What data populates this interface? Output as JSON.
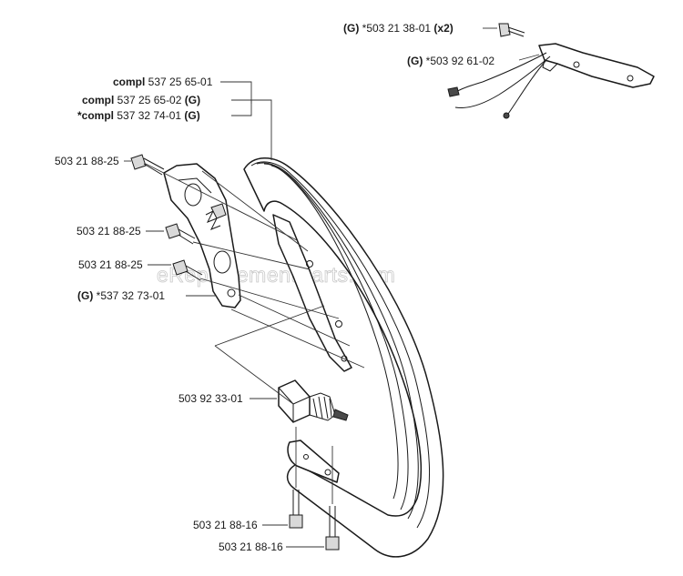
{
  "labels": {
    "bolt_top": {
      "prefix": "(G)",
      "code": " *503 21 38-01 ",
      "suffix": "(x2)"
    },
    "bracket_top": {
      "prefix": "(G)",
      "code": " *503 92 61-02"
    },
    "compl_1": {
      "prefix": "compl",
      "code": " 537 25 65-01"
    },
    "compl_2": {
      "prefix": "compl",
      "code": " 537 25 65-02 ",
      "suffix": "(G)"
    },
    "compl_3": {
      "prefix": "*compl",
      "code": " 537 32 74-01 ",
      "suffix": "(G)"
    },
    "screw_1": {
      "code": "503 21 88-25"
    },
    "screw_2": {
      "code": "503 21 88-25"
    },
    "screw_3": {
      "code": "503 21 88-25"
    },
    "plate": {
      "prefix": "(G)",
      "code": " *537 32 73-01"
    },
    "spring": {
      "code": "503 92 33-01"
    },
    "bolt_bottom_1": {
      "code": "503 21 88-16"
    },
    "bolt_bottom_2": {
      "code": "503 21 88-16"
    }
  },
  "watermark": "eReplacementParts.com"
}
